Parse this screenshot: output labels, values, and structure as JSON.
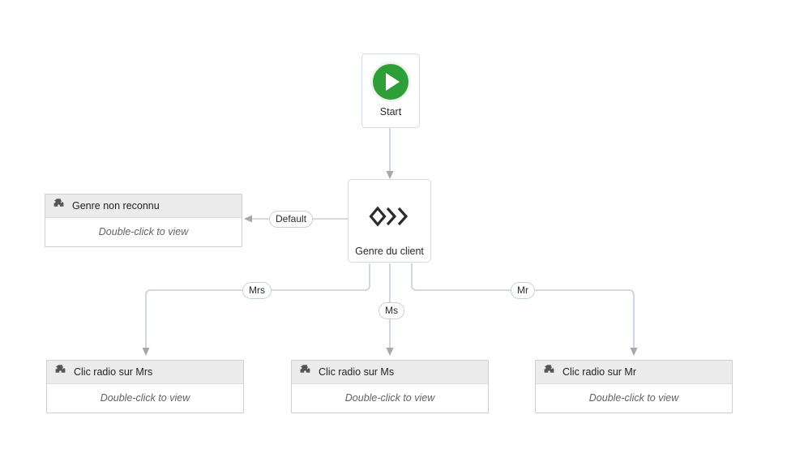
{
  "canvas": {
    "background": "#ffffff",
    "connector_color": "#c3cfdb",
    "arrow_color": "#a8a8a8"
  },
  "nodes": {
    "start": {
      "label": "Start",
      "icon": "play-icon",
      "accent_color": "#2e9e38"
    },
    "decision": {
      "label": "Genre du client",
      "icon": "branch-decision-icon"
    },
    "modules": [
      {
        "id": "genre-non-reconnu",
        "title": "Genre non reconnu",
        "hint": "Double-click to view",
        "icon": "module-icon"
      },
      {
        "id": "clic-radio-sur-mrs",
        "title": "Clic radio sur Mrs",
        "hint": "Double-click to view",
        "icon": "module-icon"
      },
      {
        "id": "clic-radio-sur-ms",
        "title": "Clic radio sur Ms",
        "hint": "Double-click to view",
        "icon": "module-icon"
      },
      {
        "id": "clic-radio-sur-mr",
        "title": "Clic radio sur Mr",
        "hint": "Double-click to view",
        "icon": "module-icon"
      }
    ]
  },
  "edges": [
    {
      "id": "start-to-decision",
      "label": ""
    },
    {
      "id": "decision-to-default",
      "label": "Default"
    },
    {
      "id": "decision-to-mrs",
      "label": "Mrs"
    },
    {
      "id": "decision-to-ms",
      "label": "Ms"
    },
    {
      "id": "decision-to-mr",
      "label": "Mr"
    }
  ]
}
